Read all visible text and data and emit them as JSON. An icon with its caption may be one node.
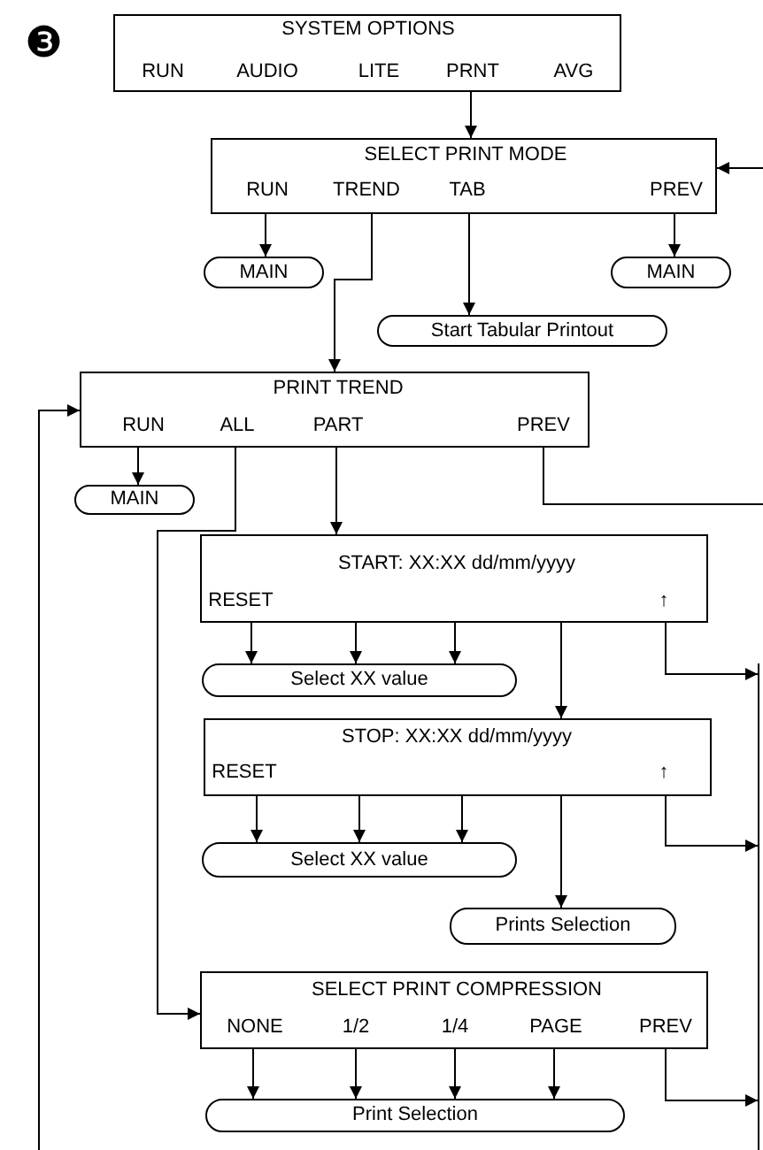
{
  "diagram": {
    "nodes": [
      {
        "text": [
          "SYSTEM OPTIONS",
          "RUN",
          "AUDIO",
          "LITE",
          "PRNT",
          "AVG"
        ]
      },
      {
        "text": [
          "SELECT PRINT MODE",
          "RUN",
          "TREND",
          "TAB",
          "PREV"
        ]
      },
      {
        "text": [
          "MAIN"
        ]
      },
      {
        "text": [
          "MAIN"
        ]
      },
      {
        "text": [
          "Start Tabular Printout"
        ]
      },
      {
        "text": [
          "PRINT TREND",
          "RUN",
          "ALL",
          "PART",
          "PREV"
        ]
      },
      {
        "text": [
          "MAIN"
        ]
      },
      {
        "text": [
          "START: XX:XX dd/mm/yyyy",
          "RESET",
          "↑"
        ]
      },
      {
        "text": [
          "Select XX value"
        ]
      },
      {
        "text": [
          "STOP: XX:XX dd/mm/yyyy",
          "RESET",
          "↑"
        ]
      },
      {
        "text": [
          "Select XX value"
        ]
      },
      {
        "text": [
          "Prints Selection"
        ]
      },
      {
        "text": [
          "SELECT PRINT COMPRESSION",
          "NONE",
          "1/2",
          "1/4",
          "PAGE",
          "PREV"
        ]
      },
      {
        "text": [
          "Print Selection"
        ]
      }
    ],
    "edges": [
      {
        "from": 0,
        "to": 1,
        "arrow": "to"
      },
      {
        "from": 1,
        "to": 2,
        "arrow": "to"
      },
      {
        "from": 1,
        "to": 3,
        "arrow": "to"
      },
      {
        "from": 1,
        "to": 4,
        "arrow": "to"
      },
      {
        "from": 1,
        "to": 5,
        "arrow": "to"
      },
      {
        "from": 5,
        "to": 6,
        "arrow": "to"
      },
      {
        "from": 5,
        "to": 7,
        "arrow": "to"
      },
      {
        "from": 5,
        "to": 12,
        "arrow": "to"
      },
      {
        "from": 5,
        "to": null,
        "arrow": "none"
      },
      {
        "from": null,
        "to": 1,
        "arrow": "to"
      },
      {
        "from": null,
        "to": 5,
        "arrow": "to"
      },
      {
        "from": 7,
        "to": 8,
        "arrow": "to"
      },
      {
        "from": 7,
        "to": 8,
        "arrow": "to"
      },
      {
        "from": 7,
        "to": 8,
        "arrow": "to"
      },
      {
        "from": 7,
        "to": 9,
        "arrow": "to"
      },
      {
        "from": 7,
        "to": null,
        "arrow": "to"
      },
      {
        "from": 9,
        "to": 10,
        "arrow": "to"
      },
      {
        "from": 9,
        "to": 10,
        "arrow": "to"
      },
      {
        "from": 9,
        "to": 10,
        "arrow": "to"
      },
      {
        "from": 9,
        "to": 11,
        "arrow": "to"
      },
      {
        "from": 9,
        "to": null,
        "arrow": "to"
      },
      {
        "from": 12,
        "to": 13,
        "arrow": "to"
      },
      {
        "from": 12,
        "to": 13,
        "arrow": "to"
      },
      {
        "from": 12,
        "to": 13,
        "arrow": "to"
      },
      {
        "from": 12,
        "to": 13,
        "arrow": "to"
      },
      {
        "from": 12,
        "to": null,
        "arrow": "to"
      }
    ],
    "labels": [
      "❸"
    ]
  }
}
